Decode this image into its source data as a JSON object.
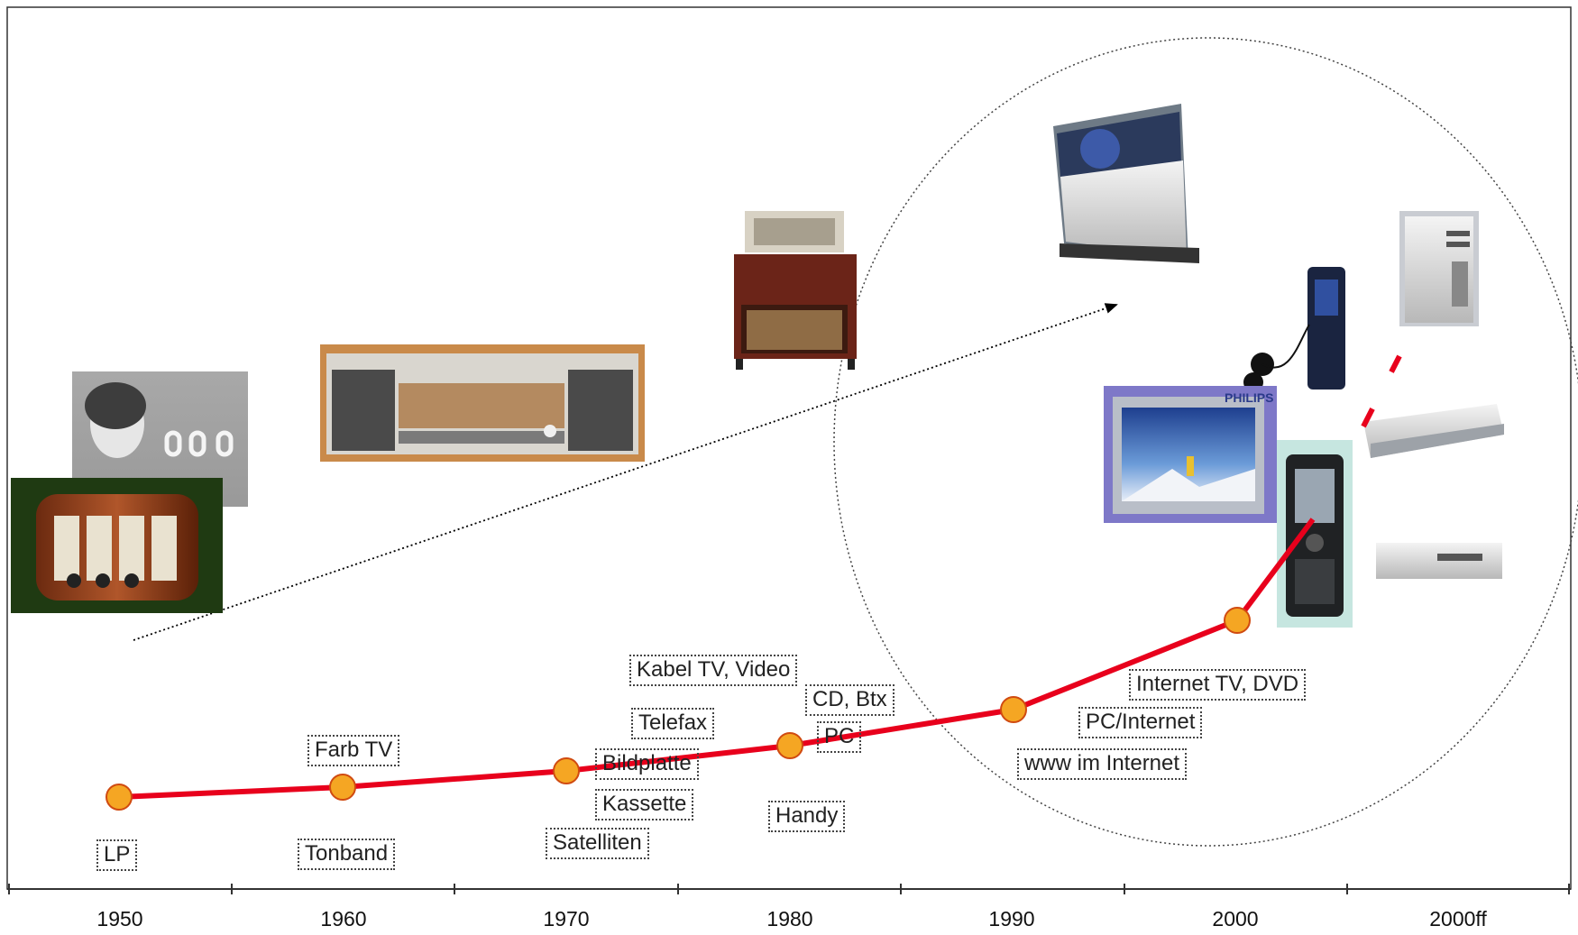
{
  "timeline": {
    "years": [
      "1950",
      "1960",
      "1970",
      "1980",
      "1990",
      "2000",
      "2000ff"
    ]
  },
  "events": {
    "e1950": [
      "LP"
    ],
    "e1960": [
      "Farb TV",
      "Tonband"
    ],
    "e1970": [
      "Kabel TV, Video",
      "Telefax",
      "Bildplatte",
      "Kassette",
      "Satelliten"
    ],
    "e1980": [
      "CD, Btx",
      "PC",
      "Handy"
    ],
    "e1990": [
      "PC/Internet",
      "www im Internet"
    ],
    "e2000": [
      "Internet TV, DVD"
    ]
  },
  "devices": {
    "tv_brand": "PHILIPS"
  },
  "colors": {
    "curve": "#e8001c",
    "marker": "#f5a623",
    "marker_stroke": "#d04a10",
    "axis": "#333333"
  }
}
